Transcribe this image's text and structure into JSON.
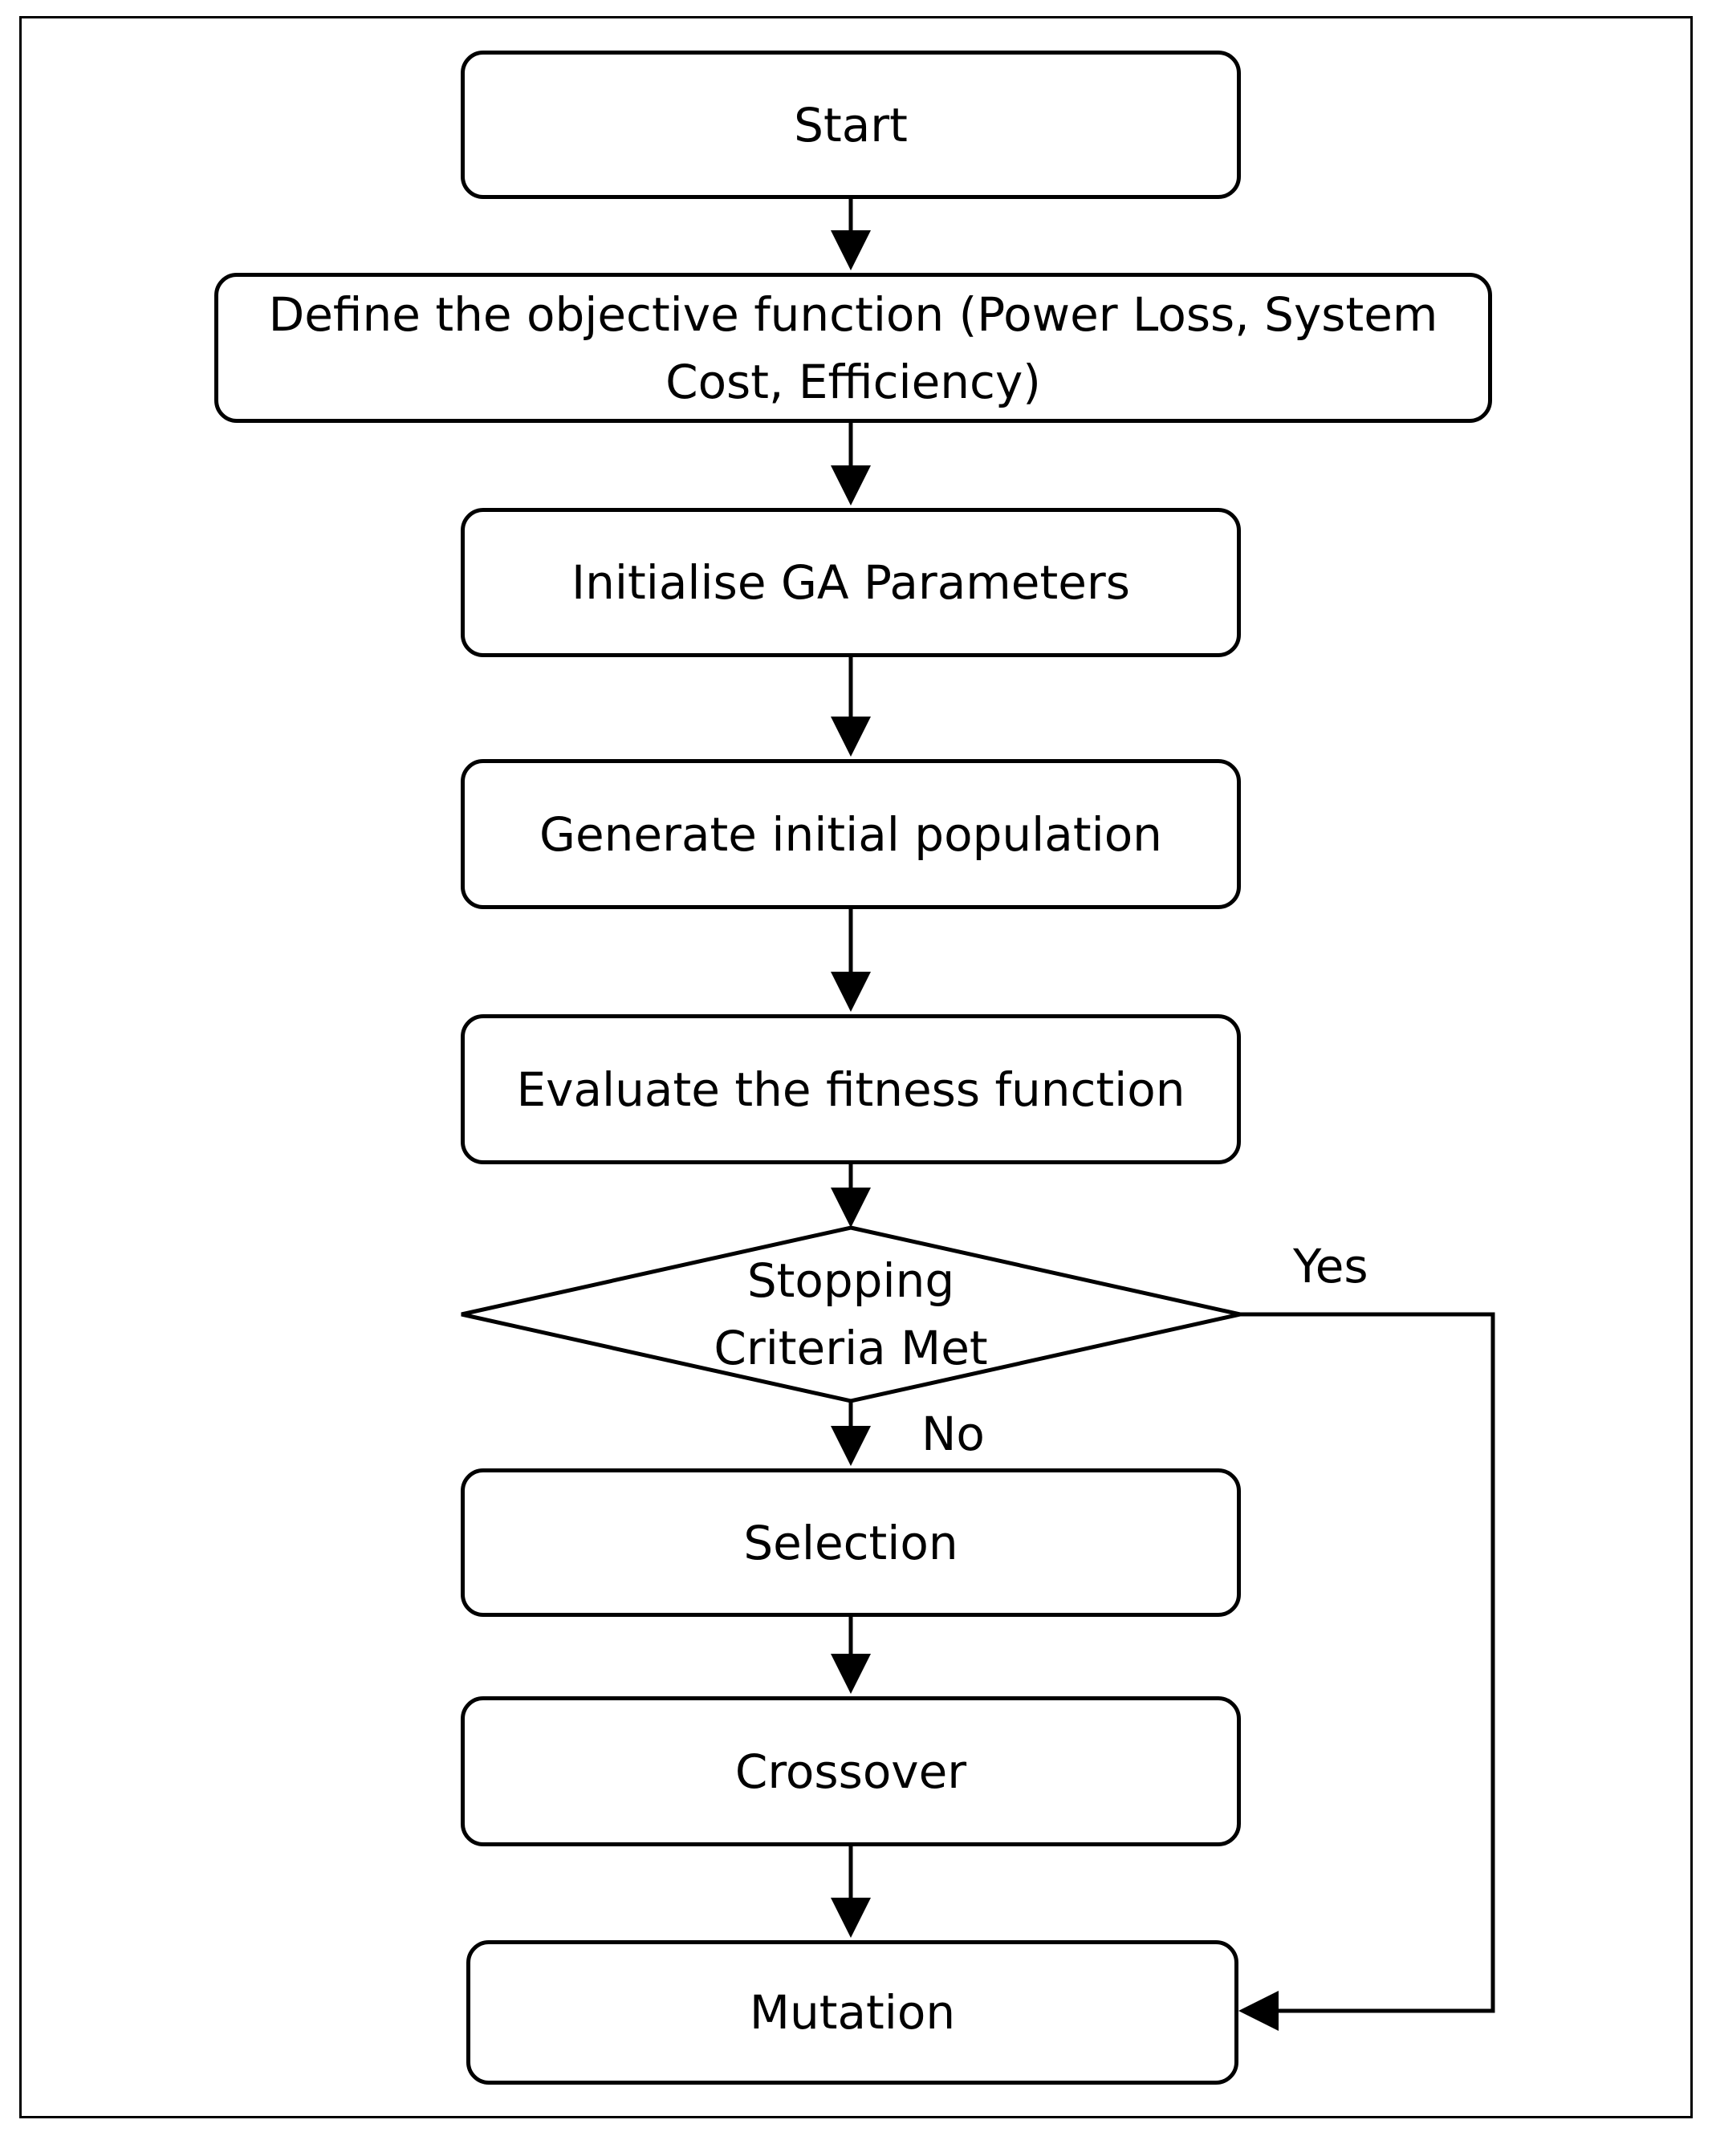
{
  "flowchart": {
    "start": "Start",
    "define_objective": "Define the objective function (Power Loss, System Cost, Efficiency)",
    "initialise_params": "Initialise GA Parameters",
    "generate_population": "Generate initial population",
    "evaluate_fitness": "Evaluate the fitness function",
    "decision": "Stopping Criteria Met",
    "yes_label": "Yes",
    "no_label": "No",
    "selection": "Selection",
    "crossover": "Crossover",
    "mutation": "Mutation"
  }
}
